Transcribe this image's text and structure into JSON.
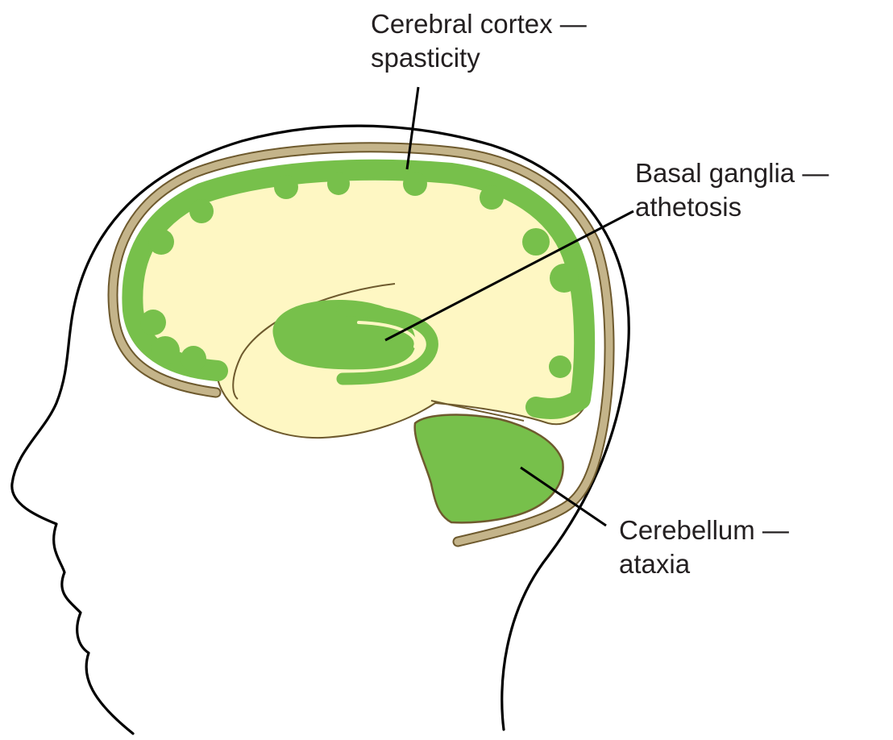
{
  "labels": {
    "cortex": {
      "region": "Cerebral cortex —",
      "condition": "spasticity"
    },
    "basal": {
      "region": "Basal ganglia —",
      "condition": "athetosis"
    },
    "cerebellum": {
      "region": "Cerebellum —",
      "condition": "ataxia"
    }
  },
  "colors": {
    "brain_fill": "#fef7c3",
    "region_green": "#77c04b",
    "region_edge": "#4c8a2c",
    "skull": "#c4b48a",
    "skull_edge": "#6e5a2e",
    "outline": "#000000",
    "text": "#231f20"
  }
}
